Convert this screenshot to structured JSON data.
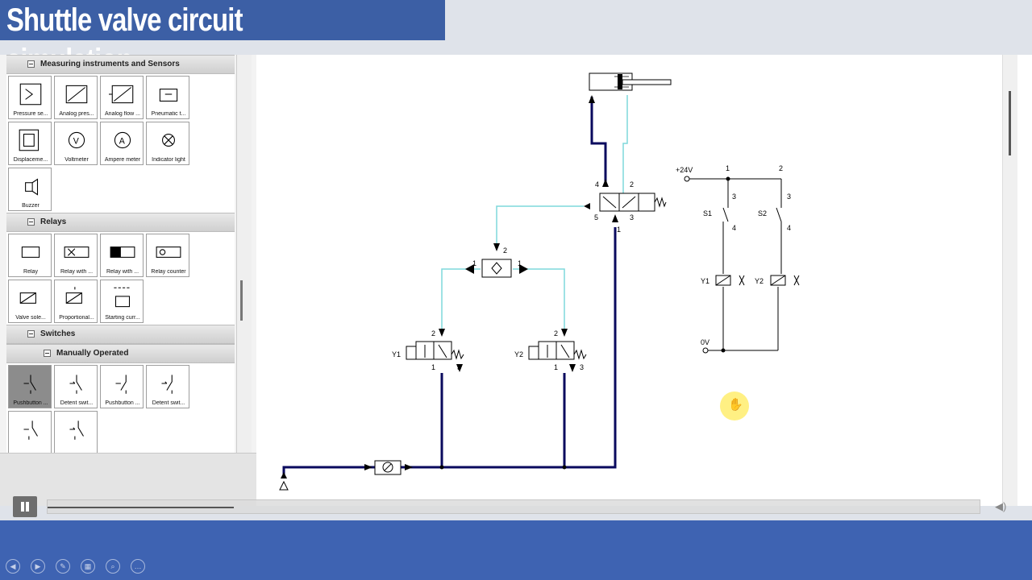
{
  "title": "Shuttle valve circuit simulation",
  "library": {
    "groups": [
      {
        "label": "Measuring instruments and Sensors",
        "items": [
          {
            "caption": "Pressure se...",
            "icon": "pressure-sensor-icon"
          },
          {
            "caption": "Analog pres...",
            "icon": "analog-pressure-icon"
          },
          {
            "caption": "Analog flow ...",
            "icon": "analog-flow-icon"
          },
          {
            "caption": "Pneumatic t...",
            "icon": "pneumatic-transducer-icon"
          },
          {
            "caption": "Displaceme...",
            "icon": "displacement-sensor-icon"
          },
          {
            "caption": "Voltmeter",
            "icon": "voltmeter-icon"
          },
          {
            "caption": "Ampere meter",
            "icon": "ampere-meter-icon"
          },
          {
            "caption": "Indicator light",
            "icon": "indicator-light-icon"
          },
          {
            "caption": "Buzzer",
            "icon": "buzzer-icon"
          }
        ]
      },
      {
        "label": "Relays",
        "items": [
          {
            "caption": "Relay",
            "icon": "relay-icon"
          },
          {
            "caption": "Relay with ...",
            "icon": "relay-switch-on-delay-icon"
          },
          {
            "caption": "Relay with ...",
            "icon": "relay-switch-off-delay-icon"
          },
          {
            "caption": "Relay counter",
            "icon": "relay-counter-icon"
          },
          {
            "caption": "Valve sole...",
            "icon": "valve-solenoid-icon"
          },
          {
            "caption": "Proportional...",
            "icon": "proportional-solenoid-icon"
          },
          {
            "caption": "Starting curr...",
            "icon": "starting-current-icon"
          }
        ]
      },
      {
        "label": "Switches",
        "subgroup": "Manually Operated",
        "items": [
          {
            "caption": "Pushbutton ...",
            "icon": "pushbutton-nc-icon"
          },
          {
            "caption": "Detent swit...",
            "icon": "detent-switch-icon"
          },
          {
            "caption": "Pushbutton ...",
            "icon": "pushbutton-no-icon"
          },
          {
            "caption": "Detent swit...",
            "icon": "detent-switch-no-icon"
          },
          {
            "caption": "",
            "icon": "pushbutton-changeover-icon"
          },
          {
            "caption": "",
            "icon": "detent-changeover-icon"
          }
        ]
      }
    ]
  },
  "circuit": {
    "supply_label": "+24V",
    "ground_label": "0V",
    "rung_labels": [
      "1",
      "2"
    ],
    "switches": [
      {
        "name": "S1",
        "contact_in": "3",
        "contact_out": "4"
      },
      {
        "name": "S2",
        "contact_in": "3",
        "contact_out": "4"
      }
    ],
    "coils": [
      "Y1",
      "Y2"
    ],
    "valve_solenoids": [
      "Y1",
      "Y2"
    ],
    "port_labels": {
      "main_valve": [
        "4",
        "2",
        "5",
        "3",
        "1"
      ],
      "shuttle": [
        "1",
        "2",
        "1"
      ],
      "valve_left": [
        "2",
        "1",
        "3"
      ],
      "valve_right": [
        "2",
        "1",
        "3"
      ]
    },
    "colors": {
      "pressure_line": "#0a0a5e",
      "exhaust_line": "#7fd8dc",
      "component": "#000000"
    }
  },
  "player": {
    "progress": 0.2
  },
  "footer": {
    "nav": [
      "prev-icon",
      "next-icon",
      "pen-icon",
      "slides-icon",
      "zoom-icon",
      "more-icon"
    ]
  }
}
